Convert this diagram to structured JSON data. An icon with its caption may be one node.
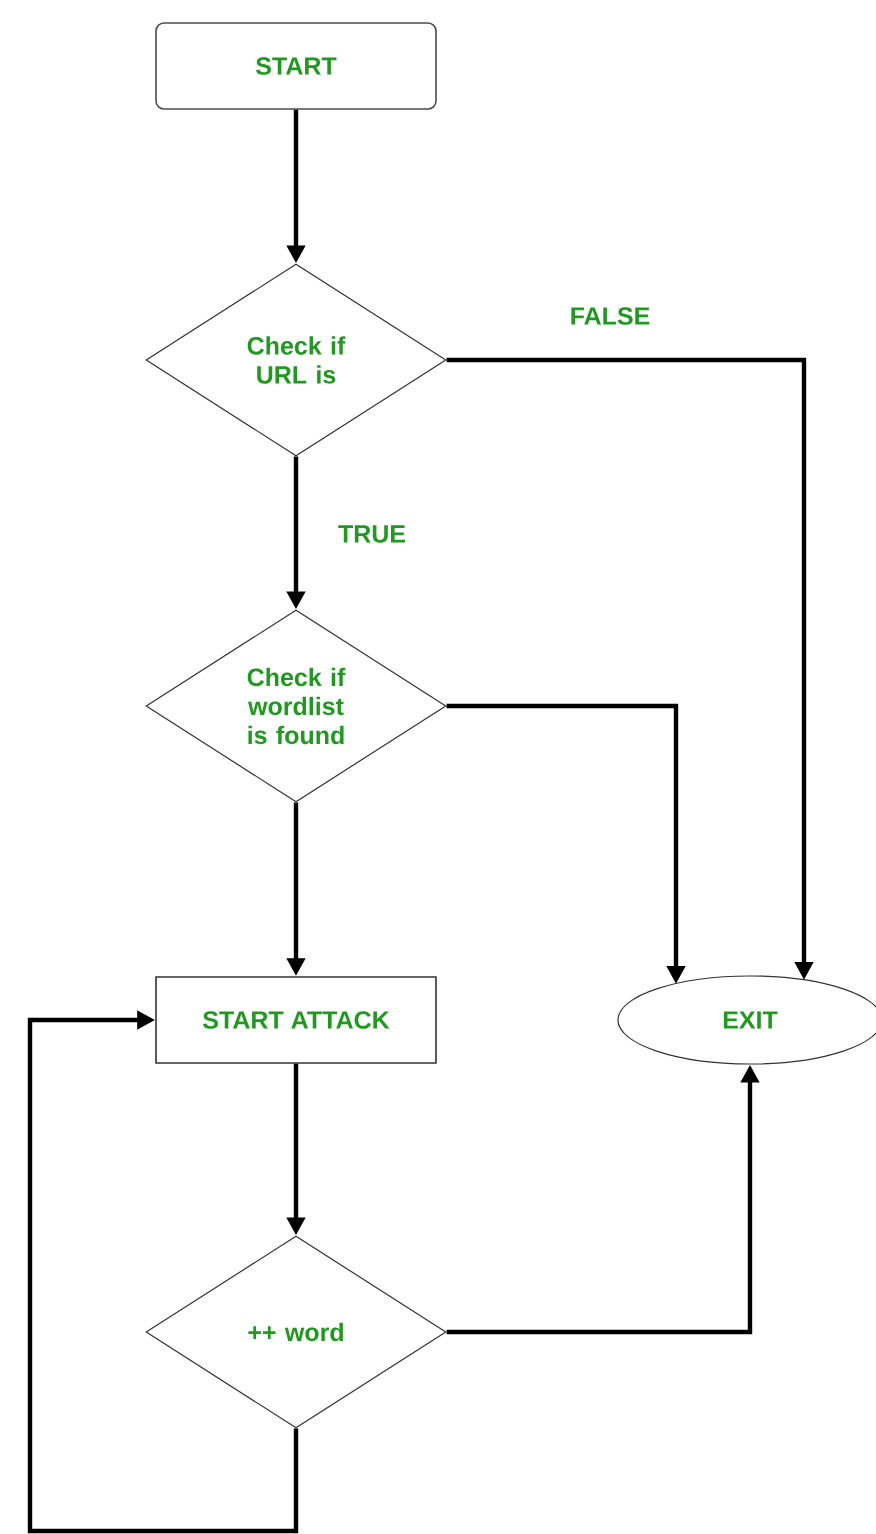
{
  "diagram": {
    "nodes": [
      {
        "text": [
          "START"
        ]
      },
      {
        "text": [
          "Check if URL is"
        ]
      },
      {
        "text": [
          "Check if wordlist is found"
        ]
      },
      {
        "text": [
          "START ATTACK"
        ]
      },
      {
        "text": [
          "EXIT"
        ]
      },
      {
        "text": [
          "++ word"
        ]
      }
    ],
    "edges": [
      {
        "from": 0,
        "to": 1,
        "arrow": "to"
      },
      {
        "from": 1,
        "to": 4,
        "arrow": "to",
        "label": "FALSE"
      },
      {
        "from": 1,
        "to": 2,
        "arrow": "to",
        "label": "TRUE"
      },
      {
        "from": 2,
        "to": 4,
        "arrow": "to"
      },
      {
        "from": 2,
        "to": 3,
        "arrow": "to"
      },
      {
        "from": 3,
        "to": 5,
        "arrow": "to"
      },
      {
        "from": 5,
        "to": 4,
        "arrow": "to"
      },
      {
        "from": 5,
        "to": 3,
        "arrow": "to"
      }
    ]
  }
}
